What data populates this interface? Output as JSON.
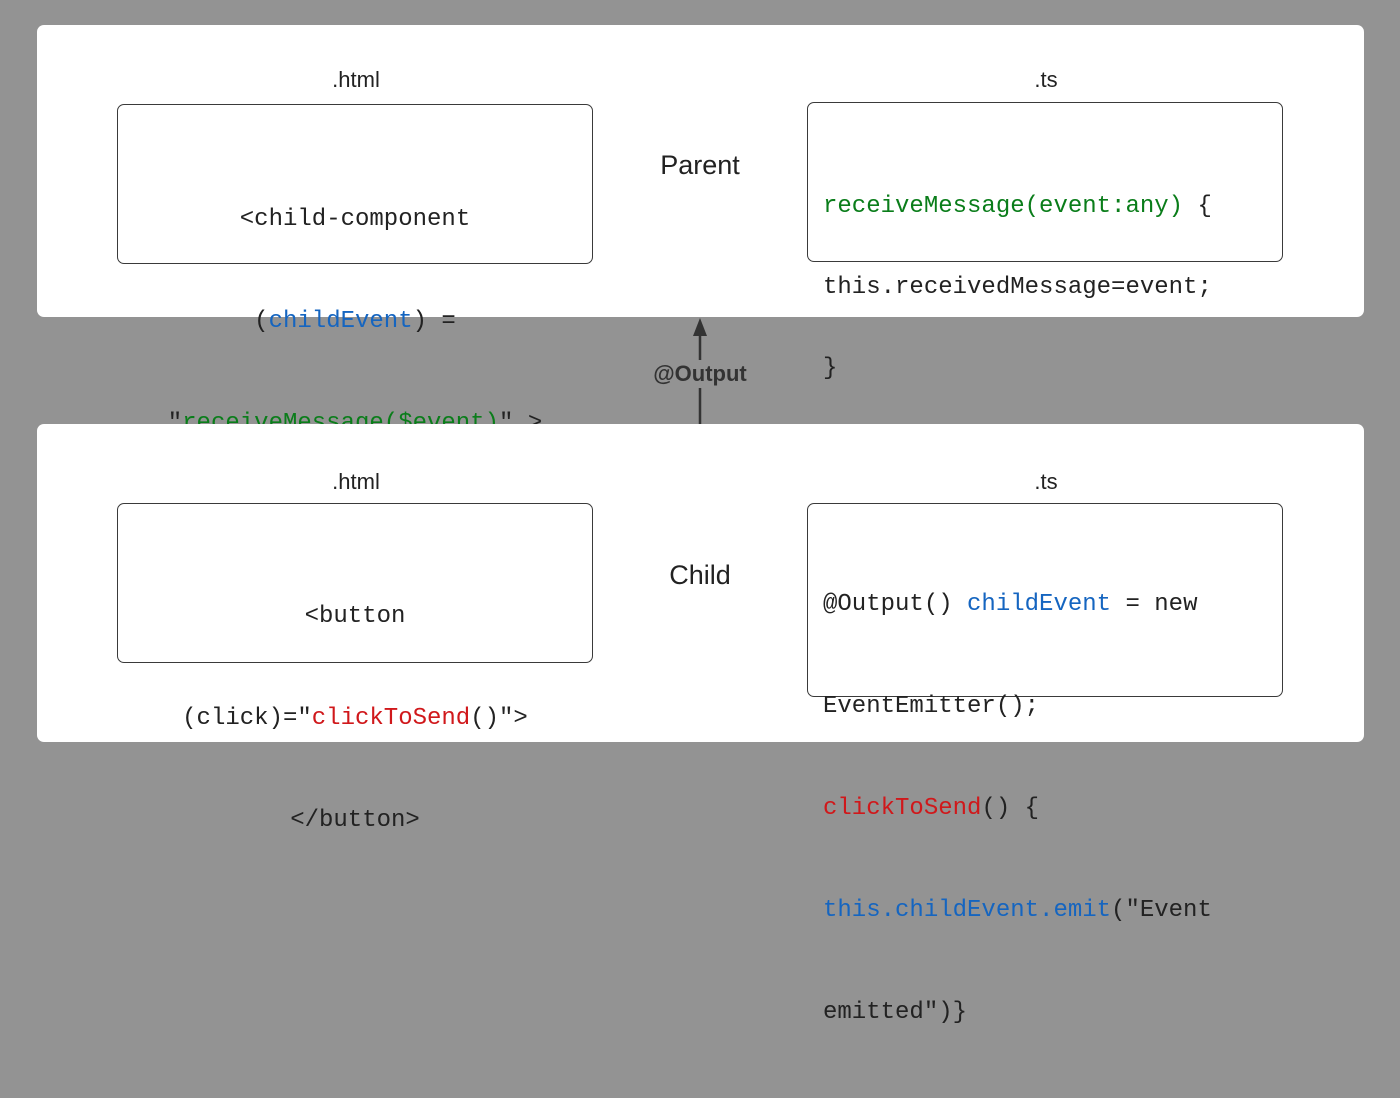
{
  "parent": {
    "role_label": "Parent",
    "html_file_label": ".html",
    "ts_file_label": ".ts",
    "html_code": {
      "line1": "<child-component",
      "line2_open": "(",
      "line2_event": "childEvent",
      "line2_close": ") =",
      "line3_q1": "\"",
      "line3_handler": "receiveMessage($event)",
      "line3_q2": "\" >"
    },
    "ts_code": {
      "line1_sig": "receiveMessage(event:any)",
      "line1_brace": " {",
      "line2": "this.receivedMessage=event;",
      "line3": "}"
    }
  },
  "connector": {
    "label": "@Output"
  },
  "child": {
    "role_label": "Child",
    "html_file_label": ".html",
    "ts_file_label": ".ts",
    "html_code": {
      "line1": "<button",
      "line2_pre": "(click)=\"",
      "line2_handler": "clickToSend",
      "line2_post": "()\">",
      "line3": "</button>"
    },
    "ts_code": {
      "line1_decorator": "@Output() ",
      "line1_prop": "childEvent",
      "line1_post": " = new",
      "line2": "EventEmitter();",
      "line3_method": "clickToSend",
      "line3_post": "() {",
      "line4_call": "this.childEvent.emit",
      "line4_post": "(\"Event",
      "line5": "emitted\")}"
    }
  },
  "colors": {
    "background": "#939393",
    "panel": "#ffffff",
    "code_green": "#0a7d1a",
    "code_blue": "#1565c0",
    "code_red": "#d0181b"
  }
}
